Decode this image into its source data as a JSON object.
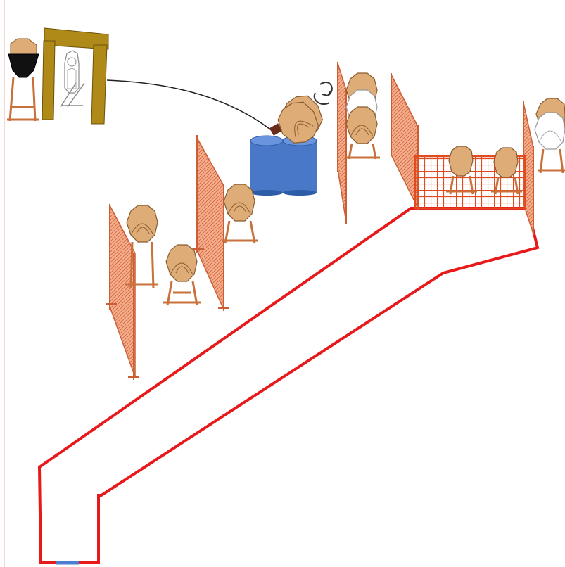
{
  "diagram": {
    "type": "shooting-stage-layout",
    "texts": [],
    "colors": {
      "background": "#ffffff",
      "fault_line": "#e8191a",
      "start_marker": "#4a7fd1",
      "wall_fill": "#e87f56",
      "wall_stroke": "#cc5e36",
      "target_tan": "#ddac77",
      "target_outline": "#8a5a2e",
      "stand_wood": "#c9713b",
      "barrel_blue": "#4a78c9",
      "barrel_dark": "#2e5da8",
      "frame_gold": "#b08a18",
      "popper_black": "#111111",
      "no_shoot_white": "#ffffff",
      "grid_red": "#e24a20"
    },
    "elements": {
      "paper_targets": 12,
      "no_shoot_targets": 2,
      "steel_poppers": 1,
      "barrels": 2,
      "mesh_walls": 6,
      "door_frame": 1,
      "swinger_target": 1,
      "low_port_grid": 1,
      "shooting_area_fault_line": 1,
      "start_position_marker": 1
    }
  }
}
